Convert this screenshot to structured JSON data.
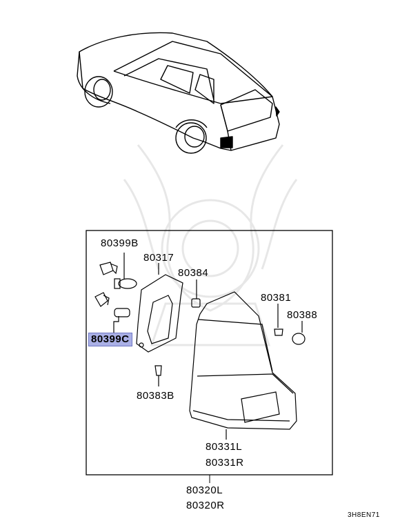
{
  "parts": {
    "p80399b": "80399B",
    "p80317": "80317",
    "p80384": "80384",
    "p80381": "80381",
    "p80388": "80388",
    "p80399c": "80399C",
    "p80383b": "80383B",
    "p80331l": "80331L",
    "p80331r": "80331R",
    "p80320l": "80320L",
    "p80320r": "80320R"
  },
  "diagram_code": "3H8EN71",
  "highlight_color": "#aab0e6",
  "highlighted_part": "80399C"
}
